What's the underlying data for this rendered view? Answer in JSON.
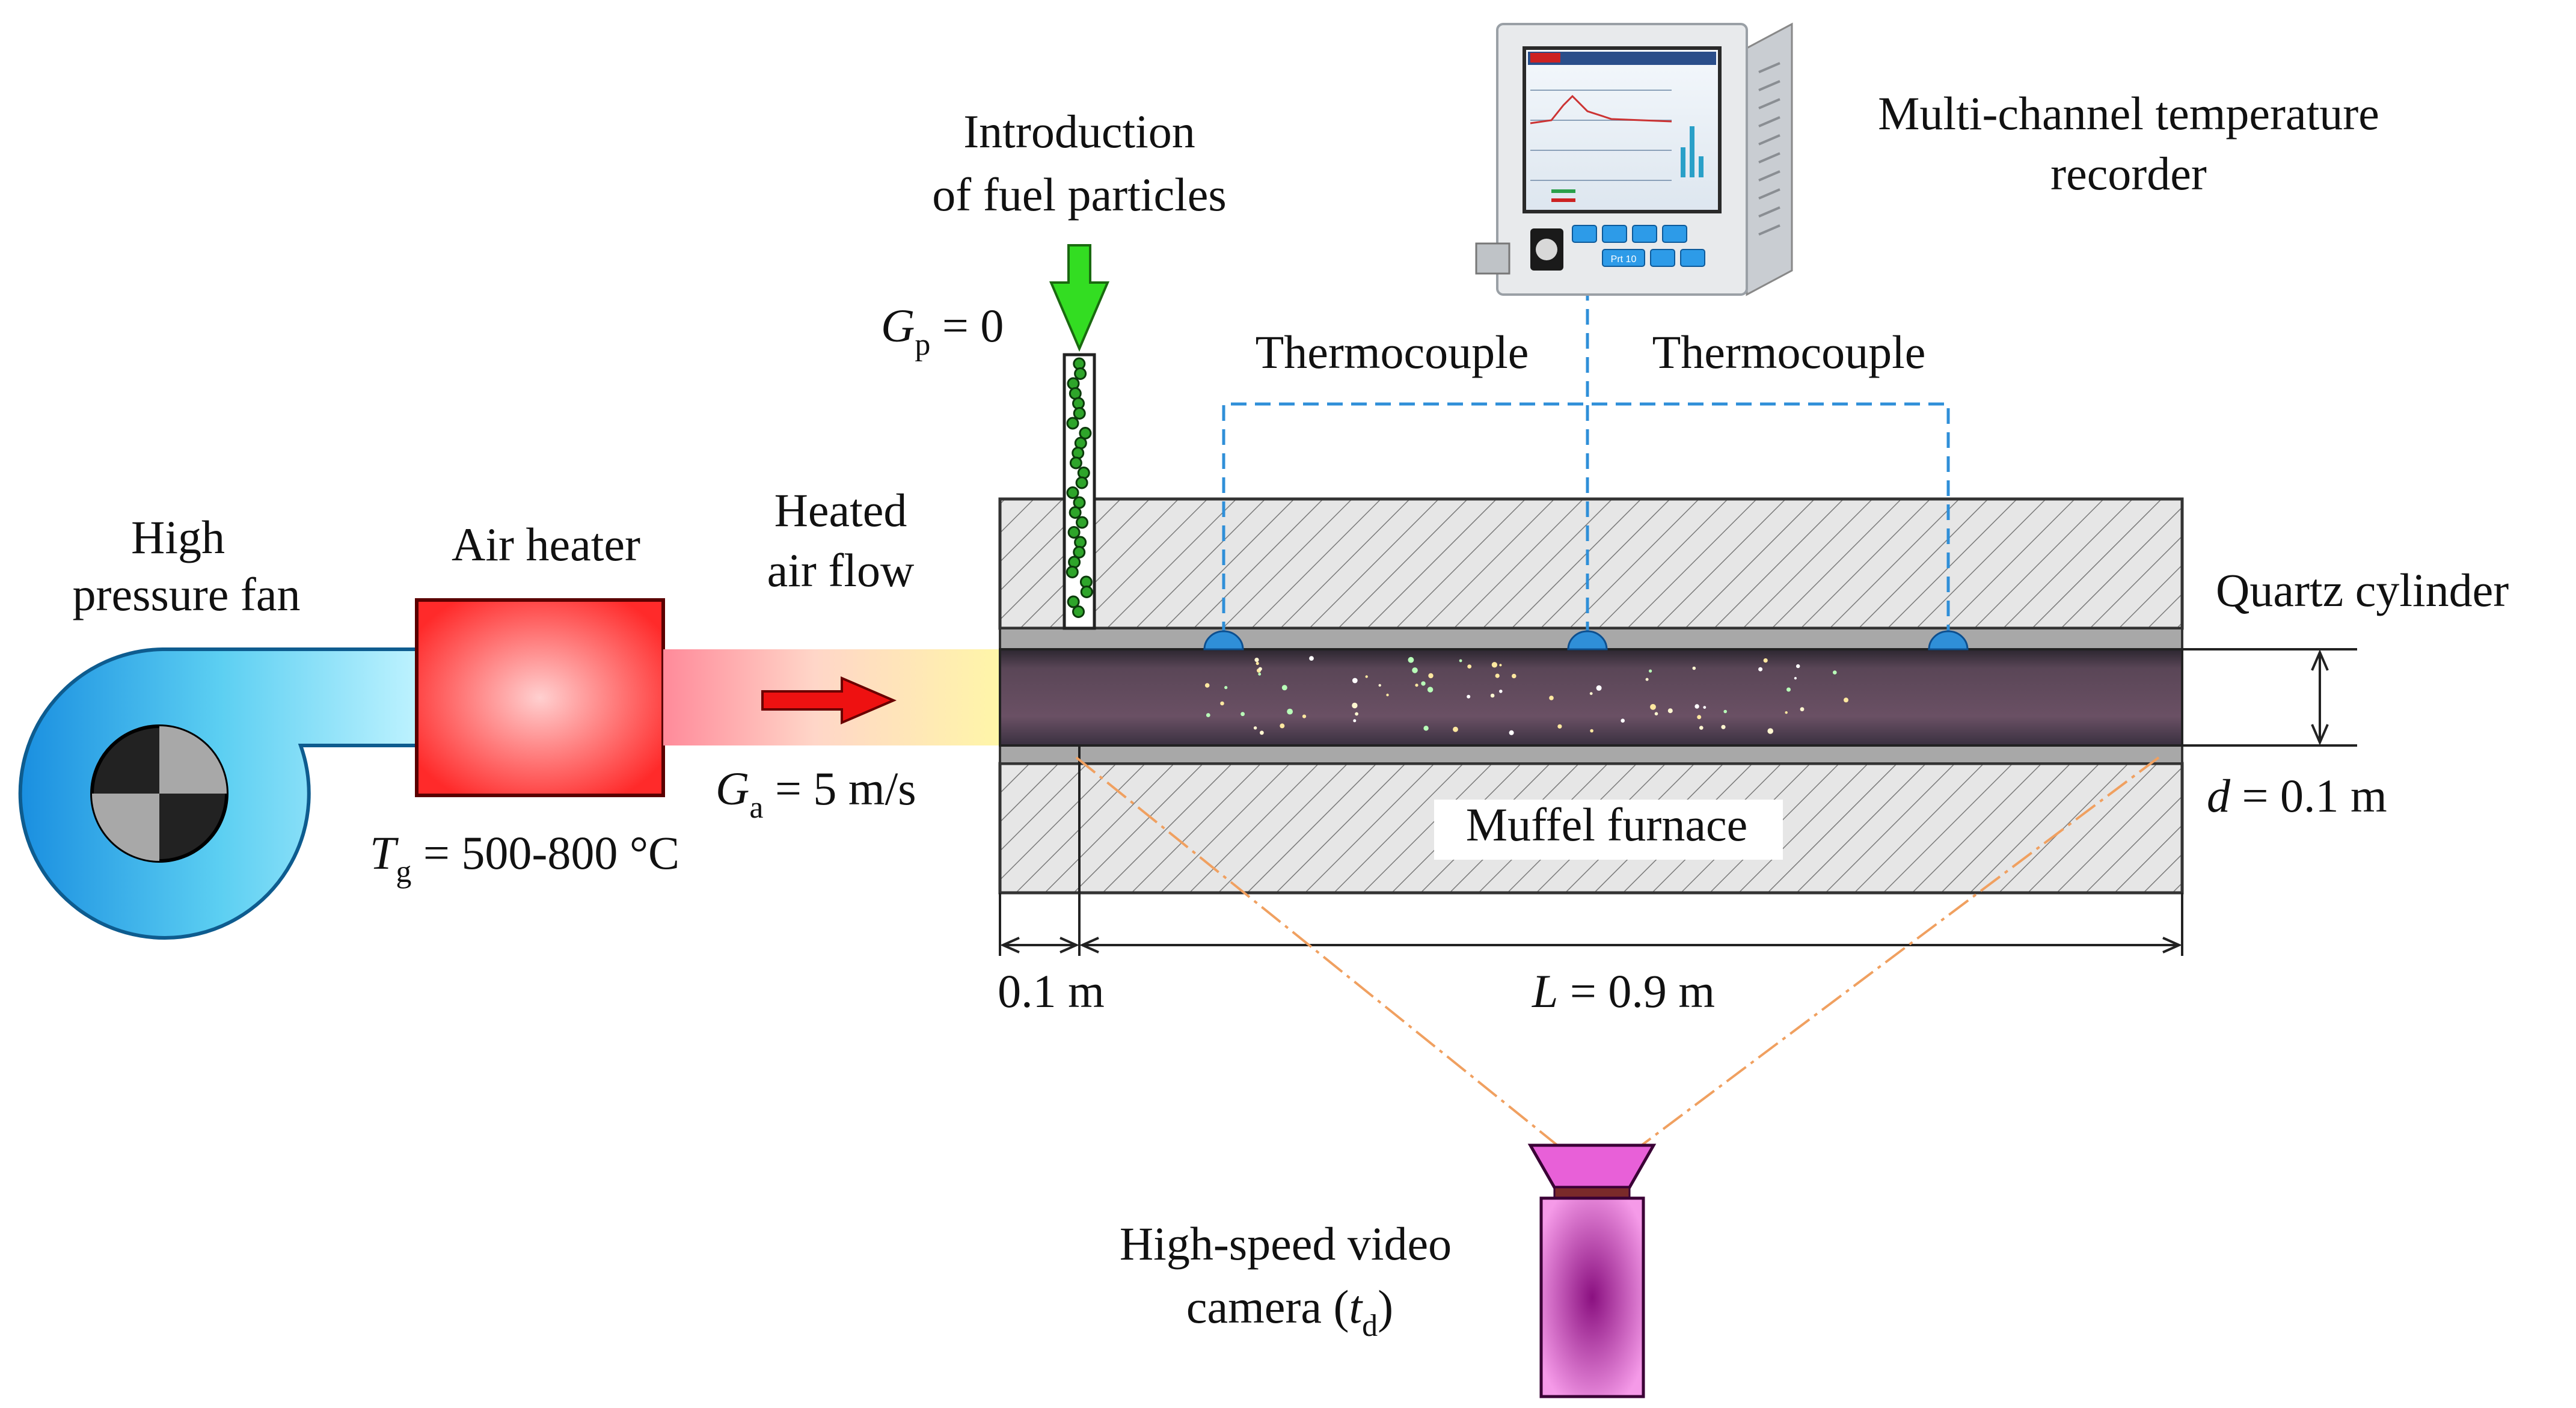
{
  "labels": {
    "fan": [
      "High",
      "pressure fan"
    ],
    "heater": "Air heater",
    "heated_flow": [
      "Heated",
      "air flow"
    ],
    "introduction": [
      "Introduction",
      "of fuel particles"
    ],
    "recorder": [
      "Multi-channel temperature",
      "recorder"
    ],
    "thermocouple_left": "Thermocouple",
    "thermocouple_right": "Thermocouple",
    "quartz": "Quartz cylinder",
    "muffel": "Muffel furnace",
    "camera": [
      "High-speed video",
      "camera ("
    ],
    "camera_sym": "t",
    "camera_sub": "d",
    "camera_close": ")"
  },
  "params": {
    "gp_sym": "G",
    "gp_sub": "p",
    "gp_val": " = 0",
    "ga_sym": "G",
    "ga_sub": "a",
    "ga_val": " = 5 m/s",
    "tg_sym": "T",
    "tg_sub": "g",
    "tg_val": " = 500-800 °C",
    "d_sym": "d",
    "d_val": " = 0.1 m",
    "l_sym": "L",
    "l_val": " = 0.9 m",
    "gap_val": "0.1 m"
  },
  "colors": {
    "fan": "#29b6e8",
    "heater": "#ff3b3b",
    "arrow_green": "#33dd22",
    "arrow_red": "#ee1111",
    "thermo_line": "#2f8fd8",
    "camera": "#cc33bb",
    "camera_lines": "#f0a060"
  },
  "recorder_screen": {
    "button_labels": [
      "",
      "",
      "",
      "",
      "",
      ""
    ],
    "display": "Prt 10"
  }
}
